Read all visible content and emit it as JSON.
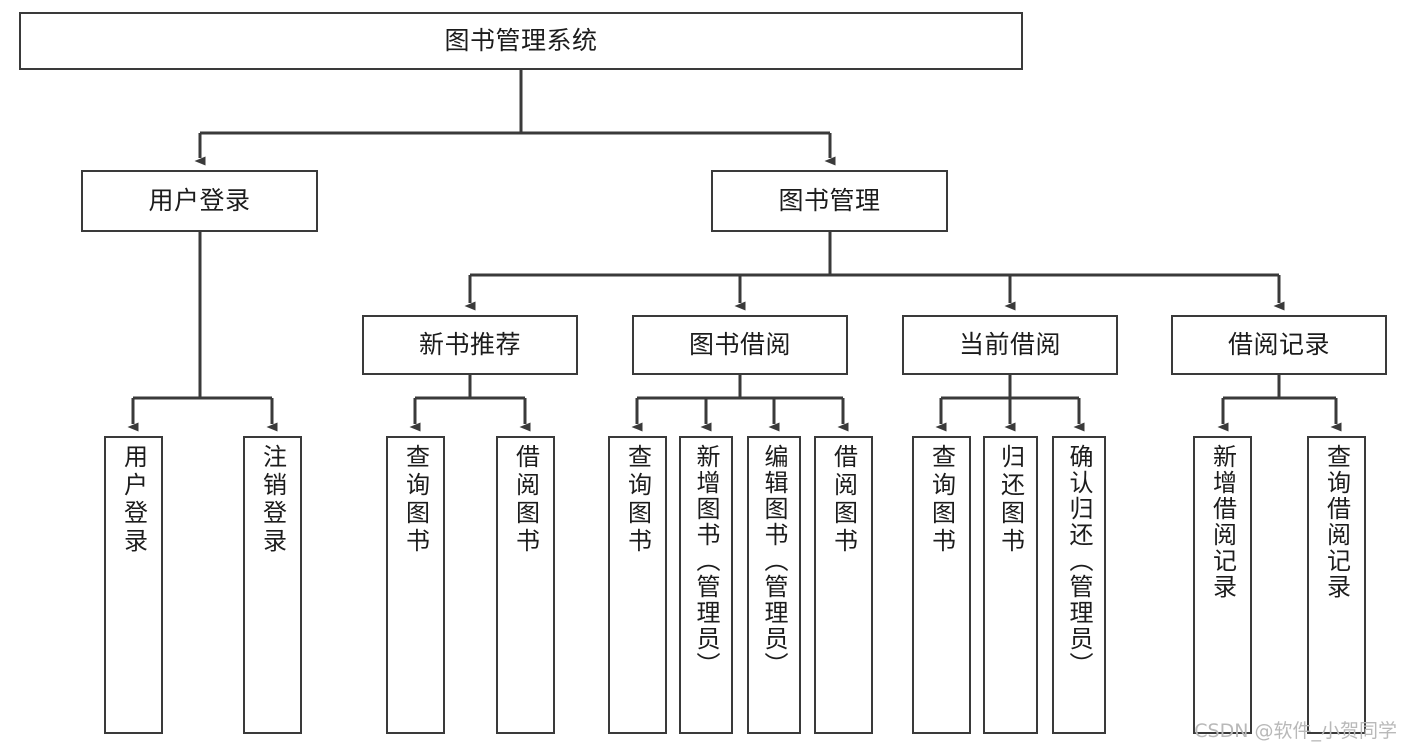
{
  "diagram": {
    "title": "图书管理系统",
    "type": "tree-hierarchy-chart",
    "watermark": "CSDN @软件_小贺同学",
    "colors": {
      "background": "#ffffff",
      "box_border": "#3a3a3a",
      "box_fill": "#ffffff",
      "text": "#1c1c1c",
      "edge": "#3a3a3a",
      "watermark": "#b9b9b9"
    },
    "nodes": {
      "root": {
        "label": "图书管理系统"
      },
      "level2": [
        {
          "id": "user-login",
          "label": "用户登录"
        },
        {
          "id": "book-management",
          "label": "图书管理"
        }
      ],
      "level3": [
        {
          "id": "new-book-recommend",
          "label": "新书推荐"
        },
        {
          "id": "book-borrow",
          "label": "图书借阅"
        },
        {
          "id": "current-borrow",
          "label": "当前借阅"
        },
        {
          "id": "borrow-record",
          "label": "借阅记录"
        }
      ],
      "leaves": {
        "user-login": [
          {
            "id": "leaf-user-login",
            "label": "用户登录"
          },
          {
            "id": "leaf-logout-login",
            "label": "注销登录"
          }
        ],
        "new-book-recommend": [
          {
            "id": "leaf-query-book-1",
            "label": "查询图书"
          },
          {
            "id": "leaf-borrow-book-1",
            "label": "借阅图书"
          }
        ],
        "book-borrow": [
          {
            "id": "leaf-query-book-2",
            "label": "查询图书"
          },
          {
            "id": "leaf-add-book",
            "label": "新增图书（管理员）"
          },
          {
            "id": "leaf-edit-book",
            "label": "编辑图书（管理员）"
          },
          {
            "id": "leaf-borrow-book-2",
            "label": "借阅图书"
          }
        ],
        "current-borrow": [
          {
            "id": "leaf-query-book-3",
            "label": "查询图书"
          },
          {
            "id": "leaf-return-book",
            "label": "归还图书"
          },
          {
            "id": "leaf-confirm-return",
            "label": "确认归还（管理员）"
          }
        ],
        "borrow-record": [
          {
            "id": "leaf-add-record",
            "label": "新增借阅记录"
          },
          {
            "id": "leaf-query-record",
            "label": "查询借阅记录"
          }
        ]
      }
    }
  }
}
